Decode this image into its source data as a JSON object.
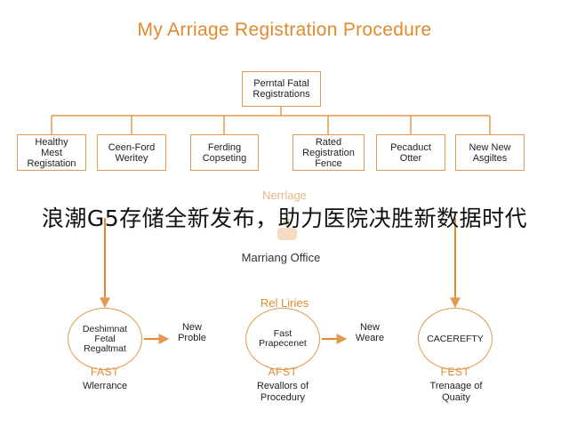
{
  "title": "My Arriage Registration Procedure",
  "top_box": "Perntal Fatal\nRegistrations",
  "row_boxes": [
    "Healthy\nMest\nRegistation",
    "Ceen-Ford\nWeritey",
    "Ferding\nCopseting",
    "Rated\nRegistration\nFence",
    "Pecaduct\nOtter",
    "New New\nAsgiltes"
  ],
  "middle": {
    "faded_label": "Nerrlage",
    "office_label": "Marriang Office"
  },
  "banner": "浪潮G5存储全新发布，助力医院决胜新数据时代",
  "flow_heading": "Rel Liries",
  "nodes": [
    {
      "circle_text": "Deshimnat\nFetal\nRegaltmat",
      "tag": "FAST",
      "caption": "Wlerrance"
    },
    {
      "circle_text": "Fast\nPrapecenet",
      "tag": "AFST",
      "caption": "Revallors of\nProcedury"
    },
    {
      "circle_text": "CACEREFTY",
      "tag": "FEST",
      "caption": "Trenaage of\nQuaity"
    }
  ],
  "connectors": [
    {
      "label": "New\nProble"
    },
    {
      "label": "New\nWeare"
    }
  ],
  "colors": {
    "accent": "#e08a2e",
    "line": "#e39a4f"
  }
}
